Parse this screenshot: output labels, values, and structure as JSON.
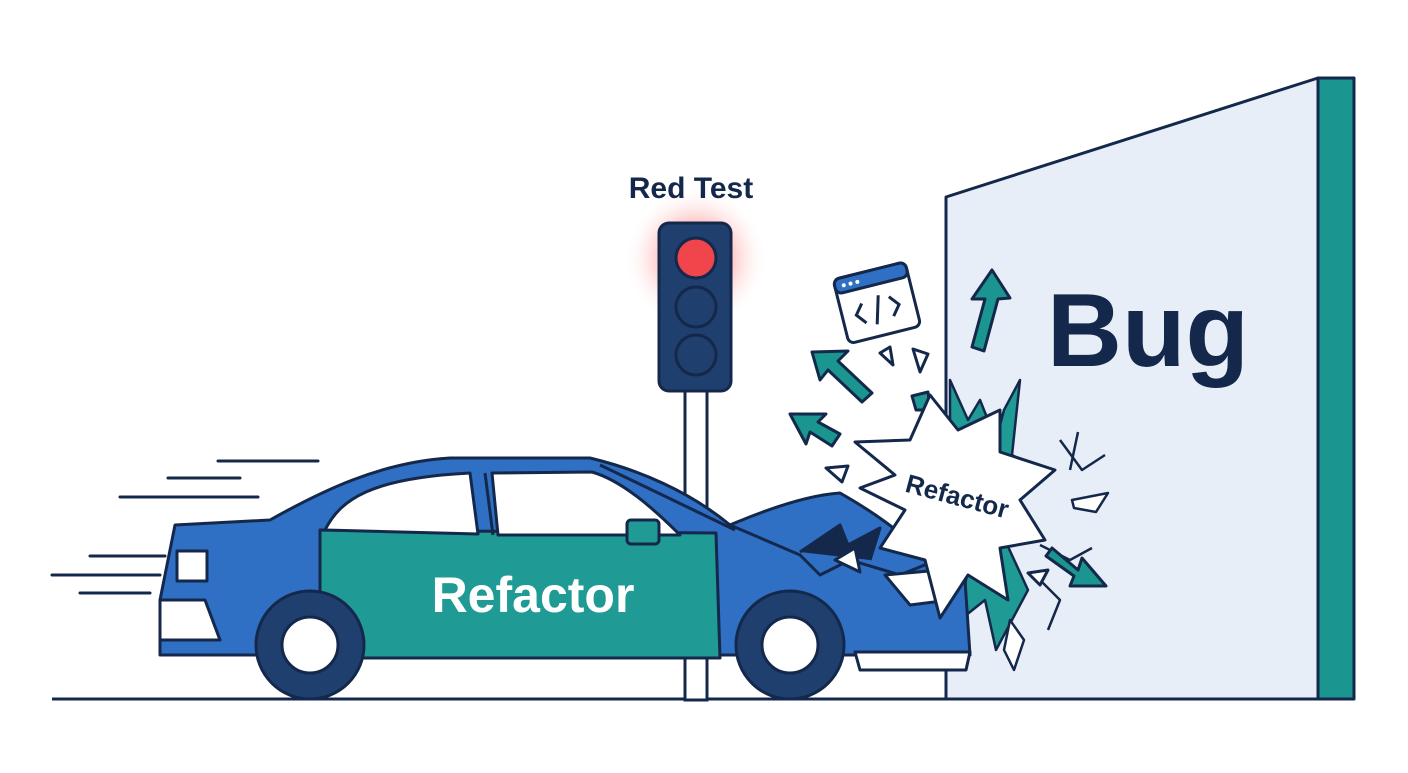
{
  "labels": {
    "traffic_light": "Red Test",
    "wall": "Bug",
    "car_door": "Refactor",
    "impact": "Refactor"
  },
  "icons": {
    "code_window": "code-window-icon",
    "arrow": "arrow-icon"
  },
  "colors": {
    "outline": "#14284b",
    "car_body": "#2f6fc4",
    "car_side": "#1f9a94",
    "wall_face": "#e8eef8",
    "wall_side": "#1a958f",
    "red_light": "#f0454a",
    "signal_housing": "#1f3f6e"
  }
}
